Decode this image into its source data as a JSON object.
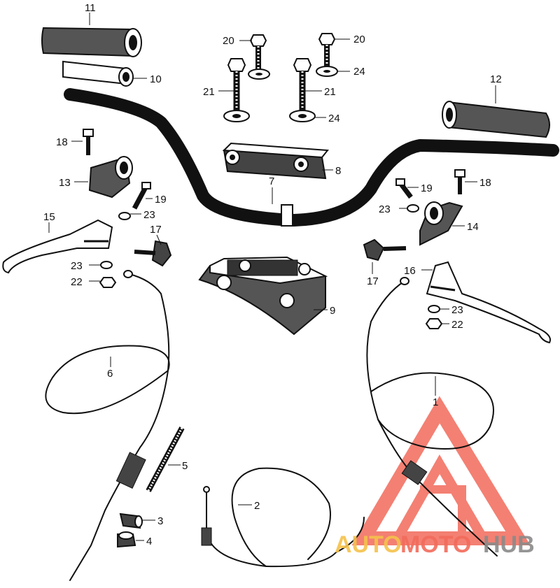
{
  "callouts": [
    {
      "n": "11"
    },
    {
      "n": "10"
    },
    {
      "n": "20"
    },
    {
      "n": "20"
    },
    {
      "n": "24"
    },
    {
      "n": "21"
    },
    {
      "n": "21"
    },
    {
      "n": "24"
    },
    {
      "n": "12"
    },
    {
      "n": "18"
    },
    {
      "n": "8"
    },
    {
      "n": "13"
    },
    {
      "n": "19"
    },
    {
      "n": "7"
    },
    {
      "n": "19"
    },
    {
      "n": "18"
    },
    {
      "n": "23"
    },
    {
      "n": "23"
    },
    {
      "n": "15"
    },
    {
      "n": "17"
    },
    {
      "n": "14"
    },
    {
      "n": "23"
    },
    {
      "n": "22"
    },
    {
      "n": "16"
    },
    {
      "n": "17"
    },
    {
      "n": "9"
    },
    {
      "n": "23"
    },
    {
      "n": "22"
    },
    {
      "n": "6"
    },
    {
      "n": "1"
    },
    {
      "n": "5"
    },
    {
      "n": "2"
    },
    {
      "n": "3"
    },
    {
      "n": "4"
    }
  ],
  "watermark": {
    "brand_part1": "AUTO",
    "brand_part2": "MOTO",
    "brand_part3": "HUB",
    "color_red": "#f26b5b",
    "color_yellow": "#f5c24c",
    "color_gray": "#8a8a8a"
  }
}
